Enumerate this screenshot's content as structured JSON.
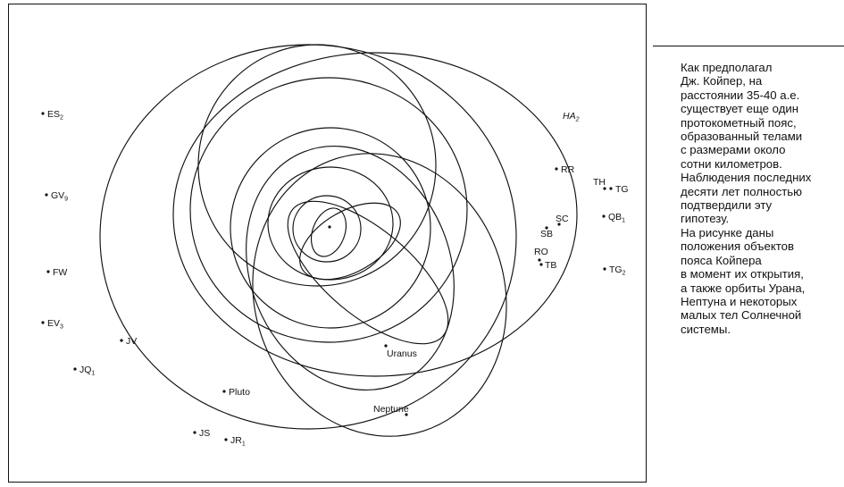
{
  "caption": {
    "lines": [
      "Как предполагал",
      "Дж. Койпер, на",
      "расстоянии 35-40 а.е.",
      "существует еще один",
      "протокометный пояс,",
      "образованный телами",
      "с размерами около",
      "сотни километров.",
      "Наблюдения последних",
      "десяти лет полностью",
      "подтвердили эту",
      "гипотезу.",
      "На рисунке даны",
      "положения объектов",
      "пояса Койпера",
      "в момент их открытия,",
      "а также орбиты Урана,",
      "Нептуна и некоторых",
      "малых тел Солнечной",
      "системы."
    ]
  },
  "objects": [
    {
      "id": "es2",
      "text": "ES",
      "sub": "2"
    },
    {
      "id": "gv9",
      "text": "GV",
      "sub": "9"
    },
    {
      "id": "fw",
      "text": "FW",
      "sub": ""
    },
    {
      "id": "ev3",
      "text": "EV",
      "sub": "3"
    },
    {
      "id": "jv",
      "text": "JV",
      "sub": ""
    },
    {
      "id": "jq1",
      "text": "JQ",
      "sub": "1"
    },
    {
      "id": "pluto",
      "text": "Pluto",
      "sub": ""
    },
    {
      "id": "js",
      "text": "JS",
      "sub": ""
    },
    {
      "id": "jr1",
      "text": "JR",
      "sub": "1"
    },
    {
      "id": "uranus",
      "text": "Uranus",
      "sub": ""
    },
    {
      "id": "neptune",
      "text": "Neptune",
      "sub": ""
    },
    {
      "id": "ha2",
      "text": "HA",
      "sub": "2"
    },
    {
      "id": "rr",
      "text": "RR",
      "sub": ""
    },
    {
      "id": "th",
      "text": "TH",
      "sub": ""
    },
    {
      "id": "tg",
      "text": "TG",
      "sub": ""
    },
    {
      "id": "qb1",
      "text": "QB",
      "sub": "1"
    },
    {
      "id": "sc",
      "text": "SC",
      "sub": ""
    },
    {
      "id": "sb",
      "text": "SB",
      "sub": ""
    },
    {
      "id": "ro",
      "text": "RO",
      "sub": ""
    },
    {
      "id": "tb",
      "text": "TB",
      "sub": ""
    },
    {
      "id": "tg2",
      "text": "TG",
      "sub": "2"
    }
  ]
}
